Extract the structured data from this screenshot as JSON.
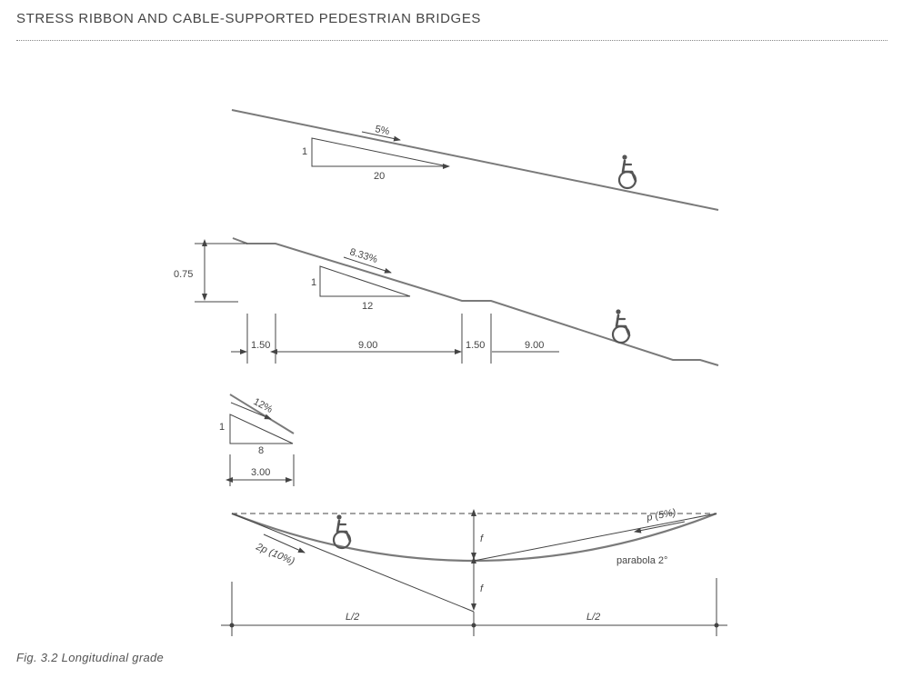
{
  "header": {
    "running_head": "STRESS RIBBON AND CABLE-SUPPORTED PEDESTRIAN BRIDGES"
  },
  "figure": {
    "caption": "Fig. 3.2   Longitudinal grade",
    "panel1": {
      "slope": "5%",
      "rise": "1",
      "run": "20"
    },
    "panel2": {
      "slope": "8.33%",
      "rise": "1",
      "run": "12",
      "height": "0.75",
      "dim_landing_1": "1.50",
      "dim_ramp_1": "9.00",
      "dim_landing_2": "1.50",
      "dim_ramp_2": "9.00"
    },
    "panel3": {
      "slope": "12%",
      "rise": "1",
      "run": "8",
      "length": "3.00"
    },
    "panel4": {
      "end_slope_right": "p (5%)",
      "end_slope_left": "2p (10%)",
      "sag_upper": "f",
      "sag_lower": "f",
      "curve_label": "parabola 2°",
      "half_span_left": "L/2",
      "half_span_right": "L/2"
    },
    "colors": {
      "deck_line": "#7a7a7a",
      "annotation": "#444444"
    }
  }
}
